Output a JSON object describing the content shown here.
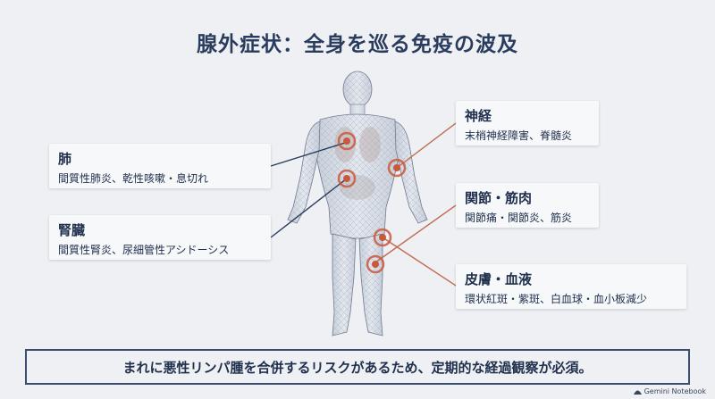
{
  "title": "腺外症状：全身を巡る免疫の波及",
  "cards": {
    "lung": {
      "head": "肺",
      "body": "間質性肺炎、乾性咳嗽・息切れ"
    },
    "kidney": {
      "head": "腎臓",
      "body": "間質性腎炎、尿細管性アシドーシス"
    },
    "nerve": {
      "head": "神経",
      "body": "末梢神経障害、脊髄炎"
    },
    "joint": {
      "head": "関節・筋肉",
      "body": "関節痛・関節炎、筋炎"
    },
    "skin": {
      "head": "皮膚・血液",
      "body": "環状紅斑・紫斑、白血球・血小板減少"
    }
  },
  "footer_note": "まれに悪性リンパ腫を合併するリスクがあるため、定期的な経過観察が必須。",
  "brand": "Gemini Notebook",
  "colors": {
    "left_leader": "#2a3c5e",
    "right_leader": "#c06a4f",
    "hotspot": "#c9583c",
    "body_mesh": "#8a96aa"
  }
}
